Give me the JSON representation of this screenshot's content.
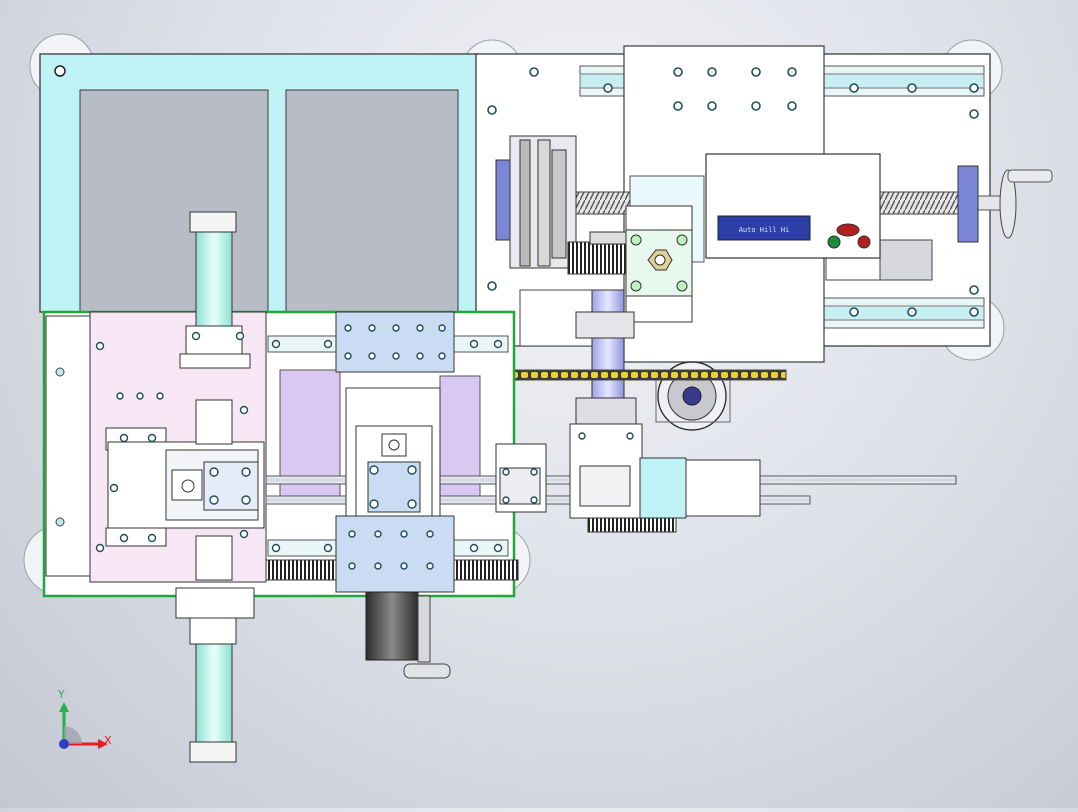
{
  "viewport": {
    "title": "CAD assembly view",
    "display_text": "Auto Hill Hi",
    "colors": {
      "frame": "#bff2f5",
      "plate": "#ffffff",
      "pink_plate": "#f7e7f4",
      "purple": "#d9c8f2",
      "blue_part": "#c9dcf4",
      "dark_blue": "#7b86d6",
      "chain": "#e8d23a",
      "background": "#d3d7df"
    }
  },
  "triad": {
    "x_label": "X",
    "y_label": "Y",
    "x_color": "#e02020",
    "y_color": "#22b14c",
    "origin_color": "#2a40c8"
  }
}
